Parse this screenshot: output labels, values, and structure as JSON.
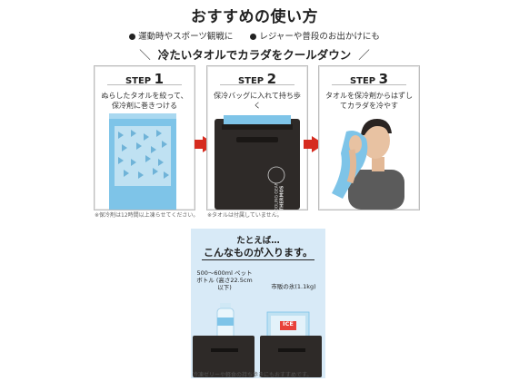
{
  "title": "おすすめの使い方",
  "uses": [
    "運動時やスポーツ観戦に",
    "レジャーや普段のお出かけにも"
  ],
  "headline": "冷たいタオルでカラダをクールダウン",
  "steps": [
    {
      "label": "STEP",
      "num": "1",
      "text": "ぬらしたタオルを絞って、保冷剤に巻きつける"
    },
    {
      "label": "STEP",
      "num": "2",
      "text": "保冷バッグに入れて持ち歩く"
    },
    {
      "label": "STEP",
      "num": "3",
      "text": "タオルを保冷剤からはずしてカラダを冷やす"
    }
  ],
  "notes": {
    "step1": "※保冷剤は12時間以上凍らせてください。",
    "step2": "※タオルは付属していません。"
  },
  "bag_text": {
    "brand": "THERMOS",
    "line": "COOLING GEAR"
  },
  "lower": {
    "intro": "たとえば…",
    "headline": "こんなものが入ります。",
    "bottle_label": "500～600ml ペットボトル (高さ22.5cm以下)",
    "ice_label": "市販の氷(1.1kg)",
    "ice_text": "ICE",
    "bottom_note": "冷凍ゼリーや軽食の持ち歩きにもおすすめです。"
  },
  "colors": {
    "accent_red": "#d62b1f",
    "bag_dark": "#2e2a28",
    "pack_blue": "#7ec4e8",
    "lower_bg": "#d8eaf7"
  }
}
